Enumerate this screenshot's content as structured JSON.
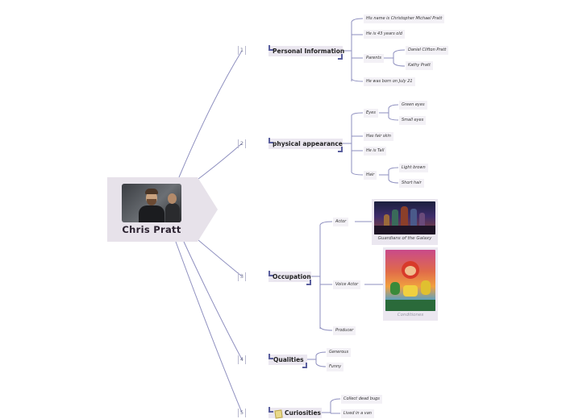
{
  "central": {
    "title": "Chris Pratt",
    "image": "chris-pratt-photo"
  },
  "branches": [
    {
      "number": "1",
      "label": "Personal Information",
      "children": [
        {
          "text": "His name is Christopher Michael Pratt"
        },
        {
          "text": "He is 43 years old"
        },
        {
          "text": "Parents",
          "children": [
            "Daniel Clifton Pratt",
            "Kathy Pratt"
          ]
        },
        {
          "text": "He was born on July 21"
        }
      ]
    },
    {
      "number": "2",
      "label": "physical appearance",
      "children": [
        {
          "text": "Eyes",
          "children": [
            "Green eyes",
            "Small eyes"
          ]
        },
        {
          "text": "Has fair skin"
        },
        {
          "text": "He is Tall"
        },
        {
          "text": "Hair",
          "children": [
            "Light brown",
            "Short hair"
          ]
        }
      ]
    },
    {
      "number": "3",
      "label": "Occupation",
      "children": [
        {
          "text": "Actor",
          "image_caption": "Guardians of the Galaxy"
        },
        {
          "text": "Voice Actor",
          "image_caption": "Conditiones"
        },
        {
          "text": "Producer"
        }
      ]
    },
    {
      "number": "4",
      "label": "Qualities",
      "children": [
        {
          "text": "Generous"
        },
        {
          "text": "Funny"
        }
      ]
    },
    {
      "number": "5",
      "label": "Curiosities",
      "children": [
        {
          "text": "Collect dead bugs"
        },
        {
          "text": "Lived in a van"
        }
      ]
    }
  ],
  "colors": {
    "line": "#8e8fbf",
    "accent": "#5a5f9e",
    "node_bg": "#ebe7f0",
    "central_bg": "#e7e2ea"
  }
}
